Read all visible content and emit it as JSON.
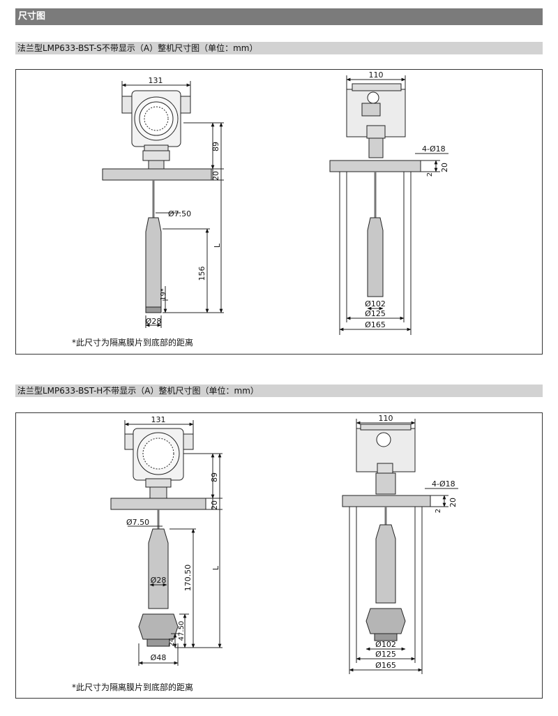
{
  "page": {
    "section_title": "尺寸图"
  },
  "drawing_s": {
    "title": "法兰型LMP633-BST-S不带显示（A）整机尺寸图（单位：mm）",
    "note": "*此尺寸为隔离膜片到底部的距离",
    "front": {
      "width": "131",
      "housing_height": "89",
      "flange_thickness": "20",
      "cable_dia": "Ø7.50",
      "probe_length": "156",
      "tip": "19*",
      "probe_dia": "Ø28",
      "total": "L"
    },
    "side": {
      "width": "110",
      "bolts": "4-Ø18",
      "flange_thickness": "20",
      "step": "2",
      "d1": "Ø102",
      "d2": "Ø125",
      "d3": "Ø165"
    }
  },
  "drawing_h": {
    "title": "法兰型LMP633-BST-H不带显示（A）整机尺寸图（单位：mm）",
    "note": "*此尺寸为隔离膜片到底部的距离",
    "front": {
      "width": "131",
      "housing_height": "89",
      "flange_thickness": "20",
      "cable_dia": "Ø7.50",
      "probe_length": "170.50",
      "probe_dia": "Ø28",
      "tip": "24",
      "base_length": "47.50",
      "base_dia": "Ø48",
      "total": "L"
    },
    "side": {
      "width": "110",
      "bolts": "4-Ø18",
      "flange_thickness": "20",
      "step": "2",
      "d1": "Ø102",
      "d2": "Ø125",
      "d3": "Ø165"
    }
  }
}
